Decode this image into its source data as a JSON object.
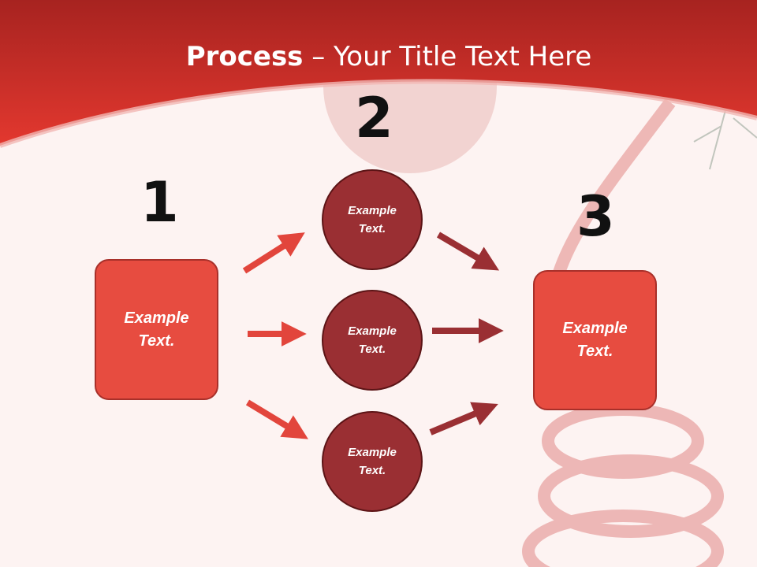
{
  "title": {
    "bold": "Process",
    "rest": " – Your Title Text Here"
  },
  "steps": [
    {
      "number": "1"
    },
    {
      "number": "2"
    },
    {
      "number": "3"
    }
  ],
  "start_box": {
    "text": "Example\nText."
  },
  "middle_circles": [
    {
      "text": "Example\nText."
    },
    {
      "text": "Example\nText."
    },
    {
      "text": "Example\nText."
    }
  ],
  "end_box": {
    "text": "Example\nText."
  },
  "colors": {
    "header": "#d9342b",
    "box": "#e74c40",
    "circle": "#9a2f33",
    "arrow_in": "#e2453c",
    "arrow_out": "#9a2f33"
  }
}
